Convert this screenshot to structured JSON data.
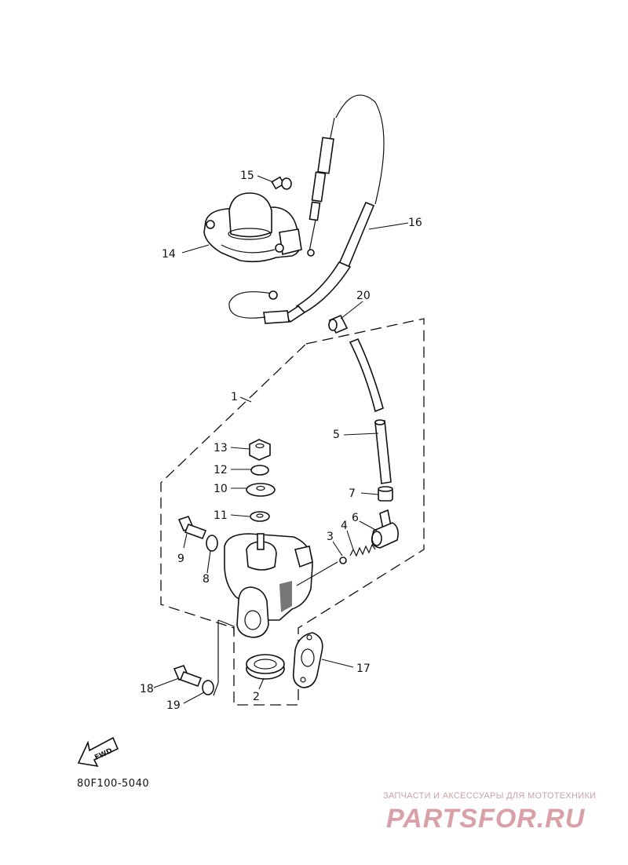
{
  "catalog_code": "80F100-5040",
  "fwd_label": "FWD",
  "watermark": {
    "caption": "ЗАПЧАСТИ И АКСЕССУАРЫ ДЛЯ МОТОТЕХНИКИ",
    "logo": "PARTSFOR.RU"
  },
  "callouts": {
    "c1": "1",
    "c2": "2",
    "c3": "3",
    "c4": "4",
    "c5": "5",
    "c6": "6",
    "c7": "7",
    "c8": "8",
    "c9": "9",
    "c10": "10",
    "c11": "11",
    "c12": "12",
    "c13": "13",
    "c14": "14",
    "c15": "15",
    "c16": "16",
    "c17": "17",
    "c18": "18",
    "c19": "19",
    "c20": "20"
  }
}
